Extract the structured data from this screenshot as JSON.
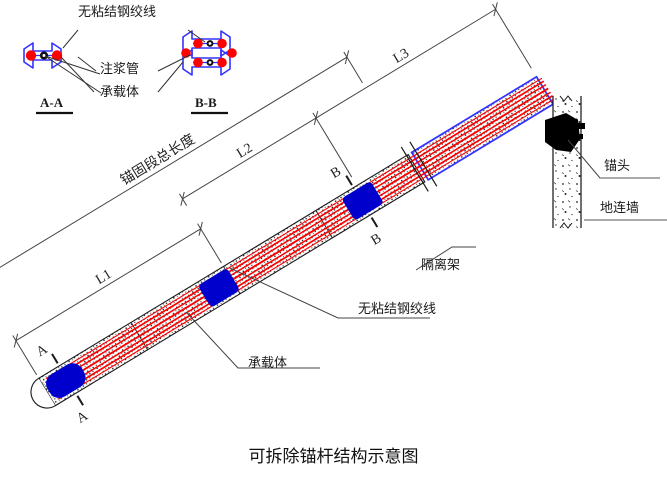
{
  "title": "可拆除锚杆结构示意图",
  "sections": {
    "aa_label": "A-A",
    "bb_label": "B-B",
    "callouts": {
      "strand": "无粘结钢绞线",
      "grout_pipe": "注浆管",
      "bearing_body": "承载体"
    }
  },
  "main": {
    "dimensions": {
      "total_anchorage": "锚固段总长度",
      "l1": "L1",
      "l2": "L2",
      "l3": "L3"
    },
    "markers": {
      "a_top": "A",
      "a_bottom": "A",
      "b_top": "B",
      "b_bottom": "B"
    },
    "callouts": {
      "spacer": "隔离架",
      "strand": "无粘结钢绞线",
      "bearing_body": "承载体",
      "anchor_head": "锚头",
      "diaphragm_wall": "地连墙"
    }
  },
  "colors": {
    "strand_red": "#ff0000",
    "sheath_blue": "#3333ff",
    "bearing_blue": "#0000cc",
    "anchor_head_black": "#000000",
    "line_gray": "#555555",
    "outline_black": "#1a1a1a"
  }
}
